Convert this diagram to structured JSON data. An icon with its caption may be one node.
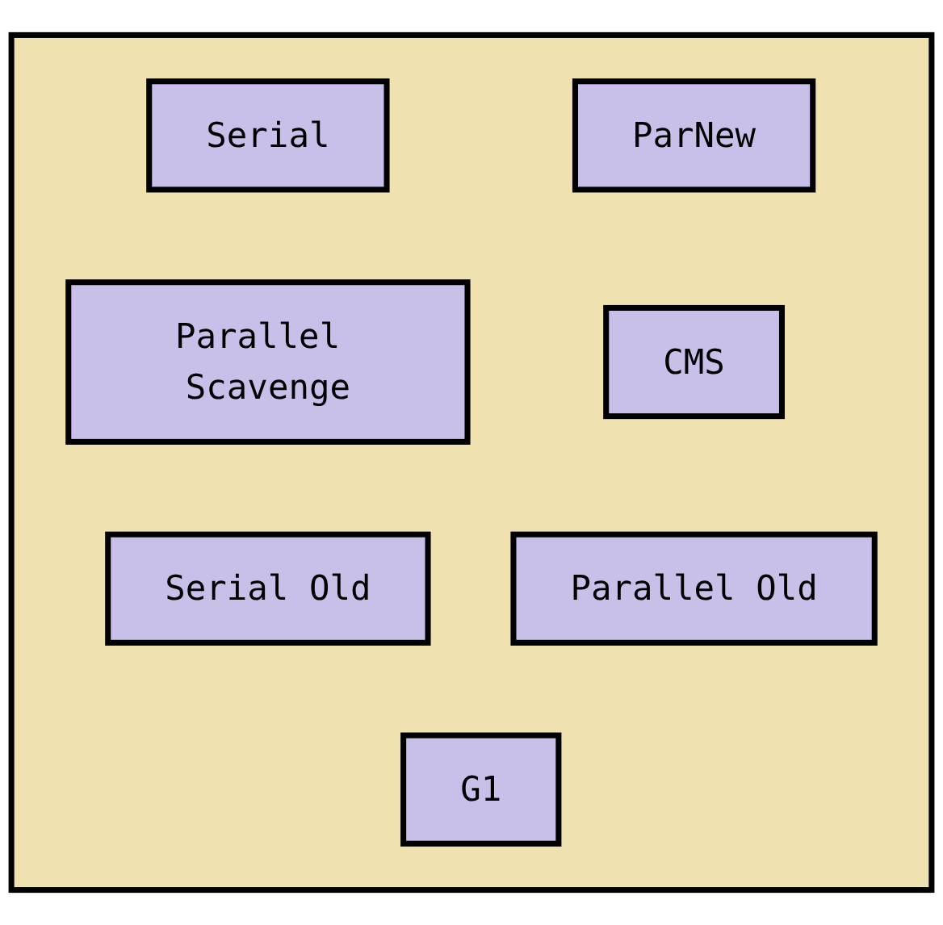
{
  "diagram": {
    "nodes": [
      {
        "text": [],
        "shape": "box"
      },
      {
        "text": [
          "Serial"
        ],
        "in": 0
      },
      {
        "text": [
          "ParNew"
        ],
        "in": 0
      },
      {
        "text": [
          "Parallel Scavenge"
        ],
        "in": 0
      },
      {
        "text": [
          "CMS"
        ],
        "in": 0
      },
      {
        "text": [
          "Serial Old"
        ],
        "in": 0
      },
      {
        "text": [
          "Parallel Old"
        ],
        "in": 0
      },
      {
        "text": [
          "G1"
        ],
        "in": 0
      }
    ],
    "edges": []
  }
}
